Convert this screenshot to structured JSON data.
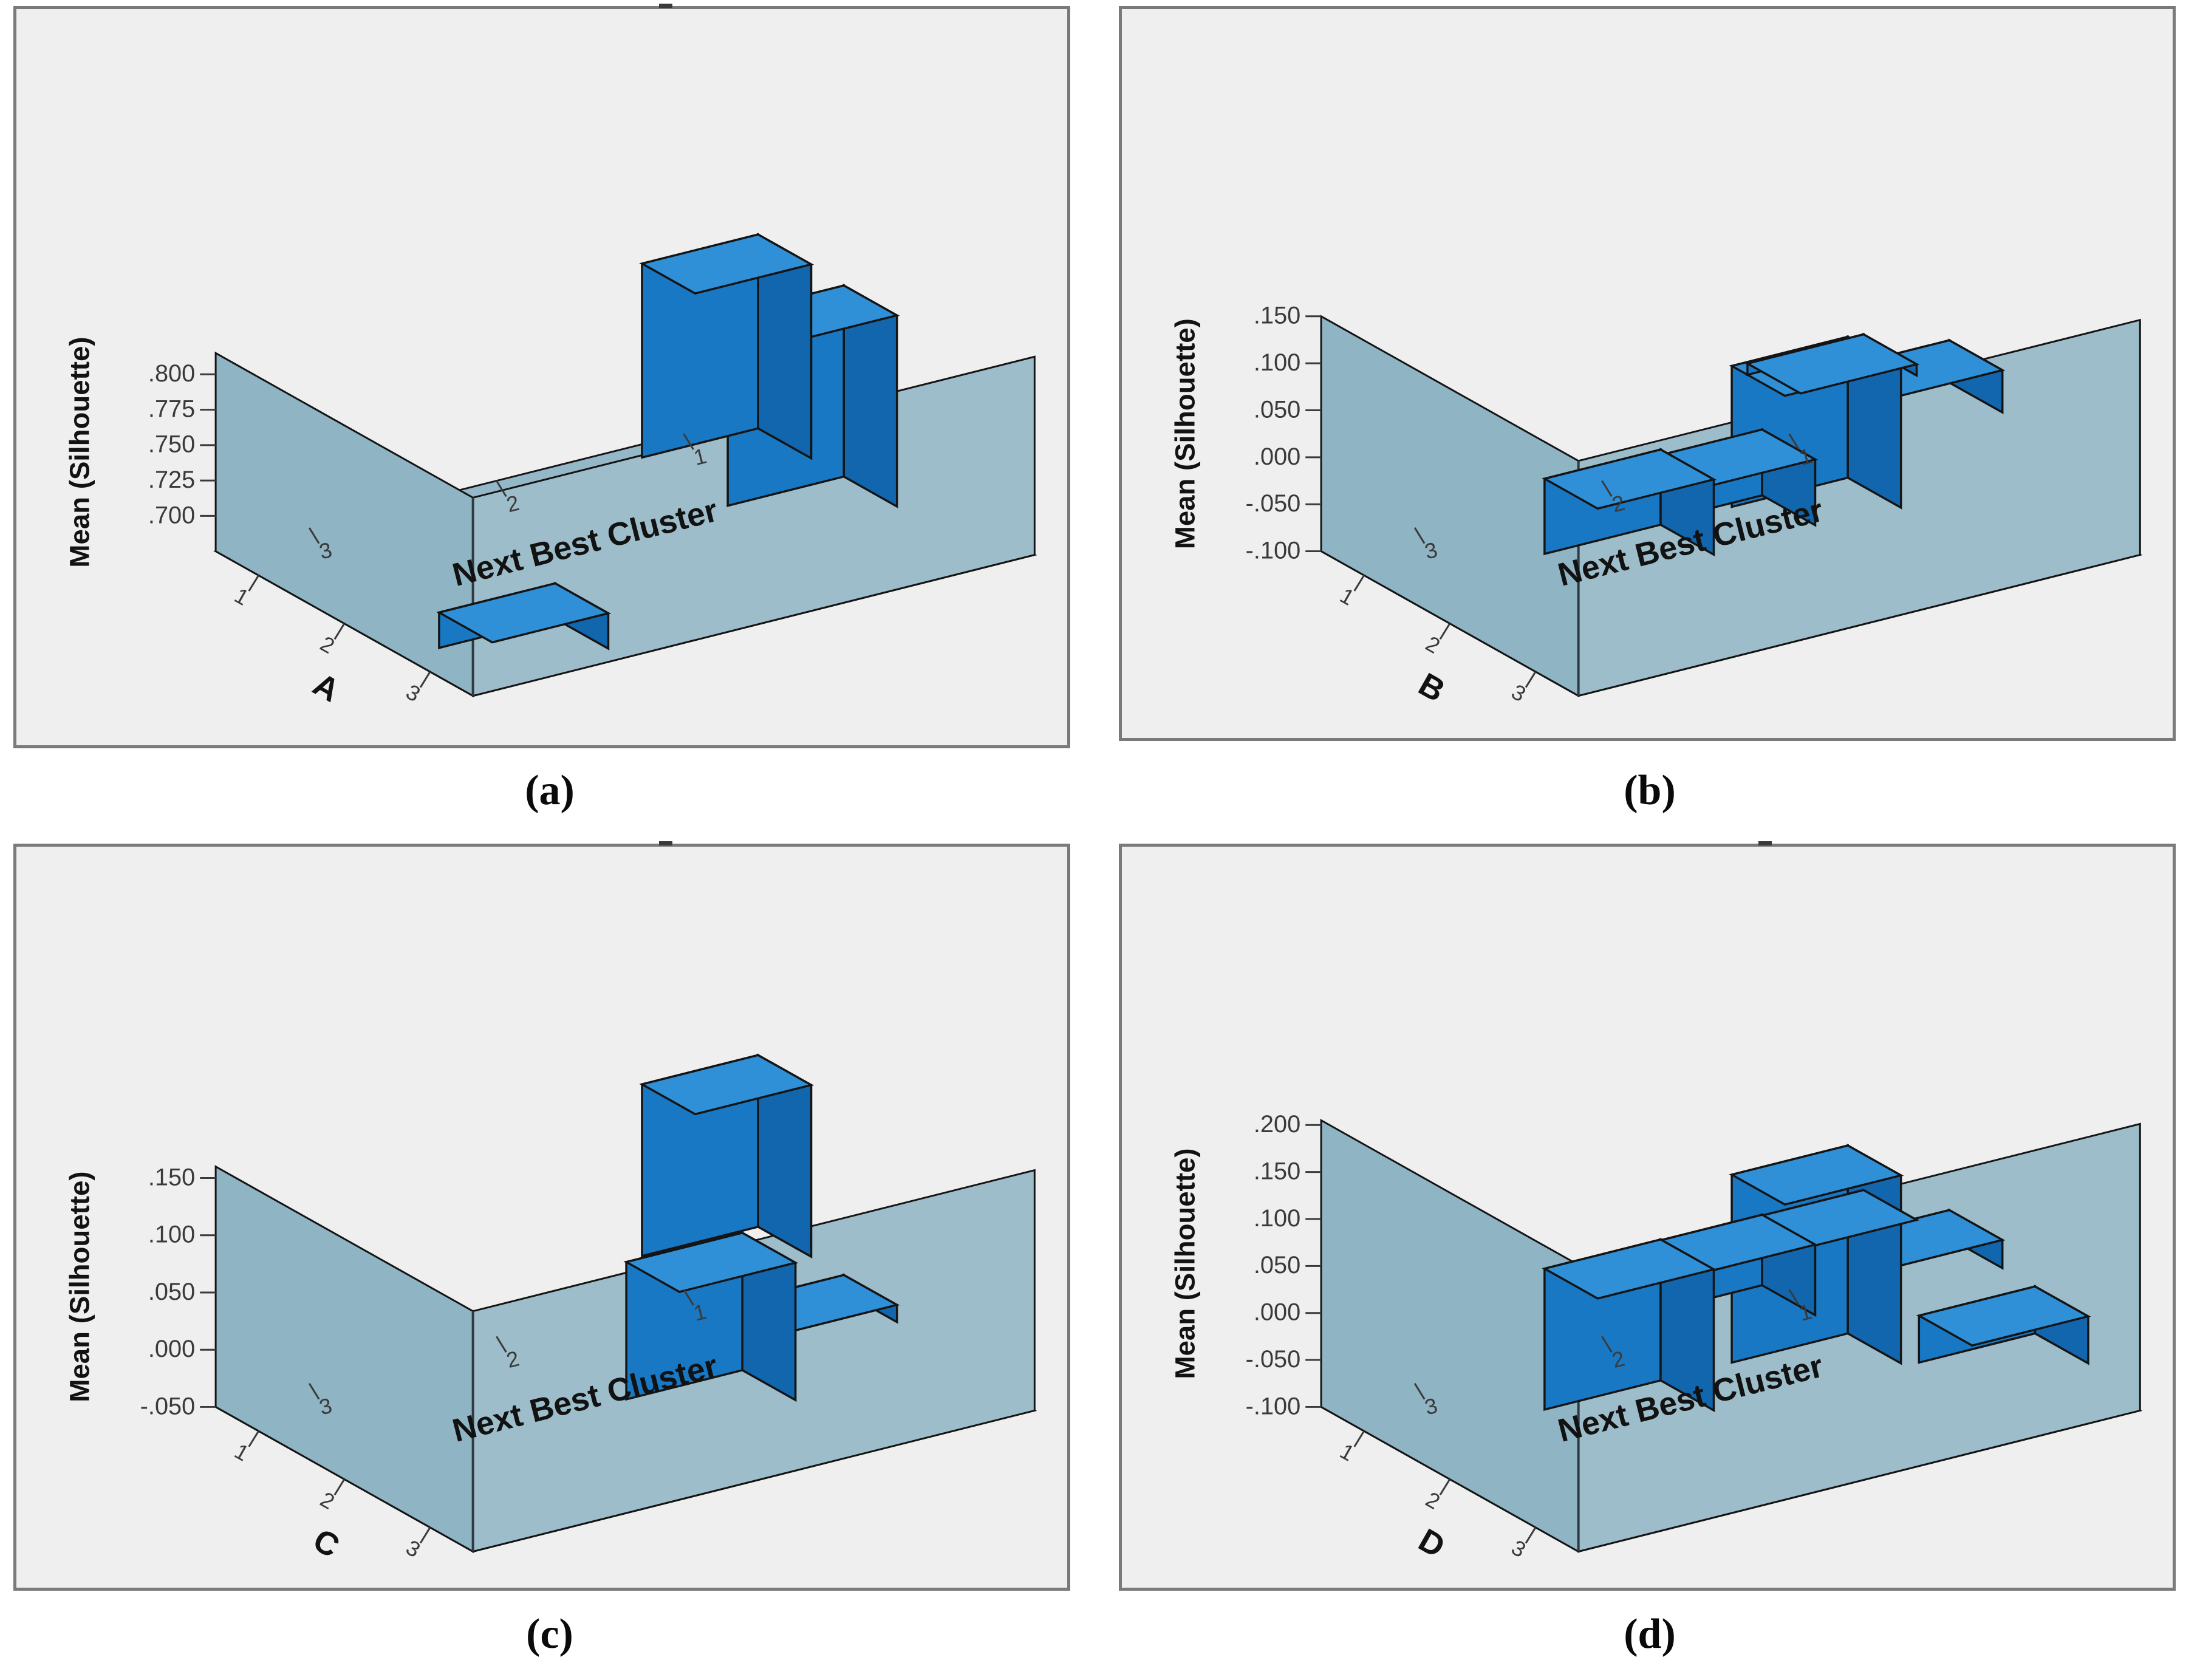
{
  "figure": {
    "panel_captions": [
      "(a)",
      "(b)",
      "(c)",
      "(d)"
    ],
    "colors": {
      "bar_front": "#1878c4",
      "bar_top": "#2f90d8",
      "bar_side": "#1166ad",
      "wall_back": "#8fb4c4",
      "wall_right": "#9dbdca",
      "floor": "#94b8c7",
      "panel_bg": "#efeff0",
      "panel_border": "#7a7a7a",
      "outline": "#141414"
    }
  },
  "chart_data": [
    {
      "type": "bar",
      "title": "(a)",
      "ylabel": "Mean (Silhouette)",
      "xlabel": "A",
      "zlabel": "Next Best Cluster",
      "xticks": [
        "1",
        "2",
        "3"
      ],
      "zticks": [
        "1",
        "2",
        "3"
      ],
      "yticks": [
        ".800",
        ".775",
        ".750",
        ".725",
        ".700"
      ],
      "ytick_values": [
        0.8,
        0.775,
        0.75,
        0.725,
        0.7
      ],
      "ylim": [
        0.675,
        0.815
      ],
      "grid": false,
      "bars": [
        {
          "x": "1",
          "z": "3",
          "value": 0.812
        },
        {
          "x": "2",
          "z": "3",
          "value": 0.81
        },
        {
          "x": "3",
          "z": "1",
          "value": 0.7
        }
      ]
    },
    {
      "type": "bar",
      "title": "(b)",
      "ylabel": "Mean (Silhouette)",
      "xlabel": "B",
      "zlabel": "Next Best Cluster",
      "xticks": [
        "1",
        "2",
        "3"
      ],
      "zticks": [
        "1",
        "2",
        "3"
      ],
      "yticks": [
        ".150",
        ".100",
        ".050",
        ".000",
        "-.050",
        "-.100"
      ],
      "ytick_values": [
        0.15,
        0.1,
        0.05,
        0.0,
        -0.05,
        -0.1
      ],
      "ylim": [
        -0.1,
        0.15
      ],
      "grid": false,
      "bars": [
        {
          "x": "1",
          "z": "3",
          "value": -0.012
        },
        {
          "x": "2",
          "z": "3",
          "value": 0.045
        },
        {
          "x": "2",
          "z": "2",
          "value": -0.07
        },
        {
          "x": "3",
          "z": "2",
          "value": 0.15
        },
        {
          "x": "3",
          "z": "1",
          "value": 0.08
        }
      ]
    },
    {
      "type": "bar",
      "title": "(c)",
      "ylabel": "Mean (Silhouette)",
      "xlabel": "C",
      "zlabel": "Next Best Cluster",
      "xticks": [
        "1",
        "2",
        "3"
      ],
      "zticks": [
        "2",
        "3"
      ],
      "yticks": [
        ".150",
        ".100",
        ".050",
        ".000",
        "-.050"
      ],
      "ytick_values": [
        0.15,
        0.1,
        0.05,
        0.0,
        -0.05
      ],
      "ylim": [
        -0.05,
        0.16
      ],
      "grid": false,
      "bars": [
        {
          "x": "1",
          "z": "3",
          "value": 0.15
        },
        {
          "x": "2",
          "z": "3",
          "value": -0.015
        },
        {
          "x": "3",
          "z": "2",
          "value": 0.12
        }
      ]
    },
    {
      "type": "bar",
      "title": "(d)",
      "ylabel": "Mean (Silhouette)",
      "xlabel": "D",
      "zlabel": "Next Best Cluster",
      "xticks": [
        "1",
        "2",
        "3"
      ],
      "zticks": [
        "1",
        "2",
        "3"
      ],
      "yticks": [
        ".200",
        ".150",
        ".100",
        ".050",
        ".000",
        "-.050",
        "-.100"
      ],
      "ytick_values": [
        0.2,
        0.15,
        0.1,
        0.05,
        0.0,
        -0.05,
        -0.1
      ],
      "ylim": [
        -0.1,
        0.205
      ],
      "grid": false,
      "bars": [
        {
          "x": "1",
          "z": "3",
          "value": 0.0
        },
        {
          "x": "2",
          "z": "3",
          "value": 0.03
        },
        {
          "x": "2",
          "z": "2",
          "value": 0.075
        },
        {
          "x": "3",
          "z": "2",
          "value": 0.2
        },
        {
          "x": "3",
          "z": "1",
          "value": 0.15
        },
        {
          "x": "3",
          "z": "3",
          "value": -0.05
        }
      ]
    }
  ]
}
